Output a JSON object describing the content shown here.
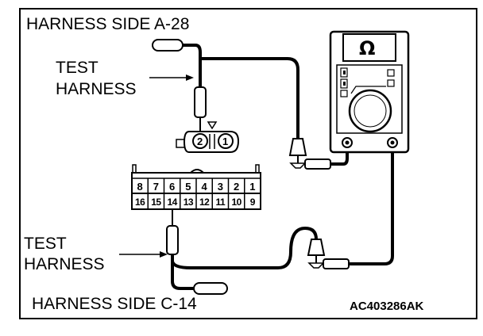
{
  "labels": {
    "harness_side_a": "HARNESS SIDE A-28",
    "test_harness_1_line1": "TEST",
    "test_harness_1_line2": "HARNESS",
    "test_harness_2_line1": "TEST",
    "test_harness_2_line2": "HARNESS",
    "harness_side_c": "HARNESS SIDE C-14",
    "figure_code": "AC403286AK"
  },
  "meter": {
    "unit_symbol": "Ω"
  },
  "connector_a28": {
    "pins": [
      "2",
      "1"
    ]
  },
  "connector_c14": {
    "top_row": [
      "8",
      "7",
      "6",
      "5",
      "4",
      "3",
      "2",
      "1"
    ],
    "bottom_row": [
      "16",
      "15",
      "14",
      "13",
      "12",
      "11",
      "10",
      "9"
    ]
  },
  "colors": {
    "line": "#000000",
    "background": "#ffffff"
  }
}
